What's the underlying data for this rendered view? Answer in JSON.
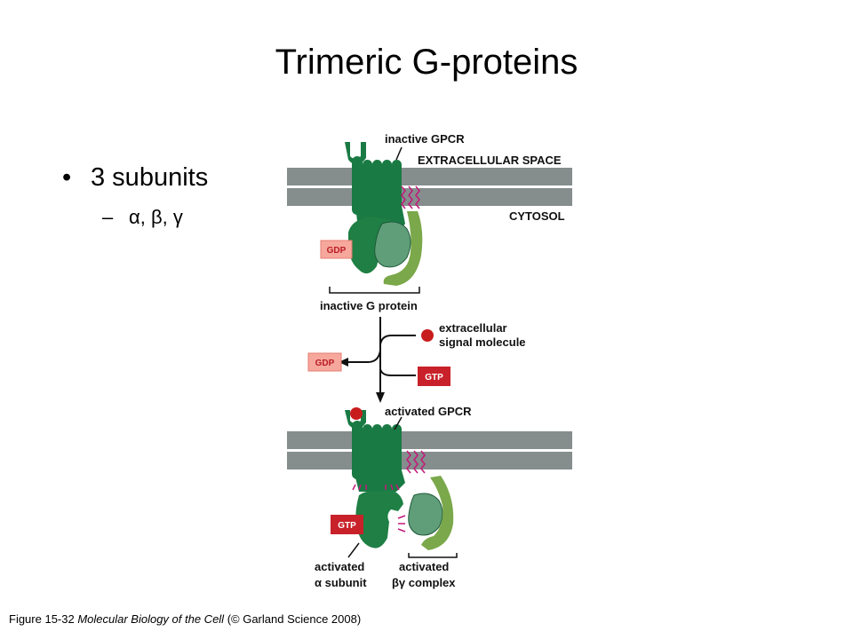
{
  "slide": {
    "title": "Trimeric G-proteins",
    "bullet": "3 subunits",
    "subbullet": "α, β, γ",
    "bullet_symbol": "•",
    "sub_symbol": "–"
  },
  "diagram": {
    "labels": {
      "inactive_gpcr": "inactive GPCR",
      "extracellular_space": "EXTRACELLULAR SPACE",
      "cytosol": "CYTOSOL",
      "inactive_g_protein": "inactive G protein",
      "signal_line1": "extracellular",
      "signal_line2": "signal molecule",
      "activated_gpcr": "activated GPCR",
      "activated_alpha_line1": "activated",
      "activated_alpha_line2": "α subunit",
      "activated_bg_line1": "activated",
      "activated_bg_line2": "βγ complex"
    },
    "tags": {
      "gdp_top": "GDP",
      "gdp_released": "GDP",
      "gtp_incoming": "GTP",
      "gtp_bound": "GTP"
    },
    "colors": {
      "membrane": "#858d8d",
      "receptor": "#1a7a44",
      "alpha": "#1f7f44",
      "beta": "#5f9e78",
      "gamma": "#7aa84a",
      "gdp_fill": "#f7a89c",
      "gtp_fill": "#c8212a",
      "signal": "#c81d1d",
      "anchor": "#c2187a"
    }
  },
  "caption": {
    "prefix": "Figure 15-32 ",
    "book": "Molecular Biology of the Cell",
    "suffix": " (© Garland Science 2008)"
  }
}
